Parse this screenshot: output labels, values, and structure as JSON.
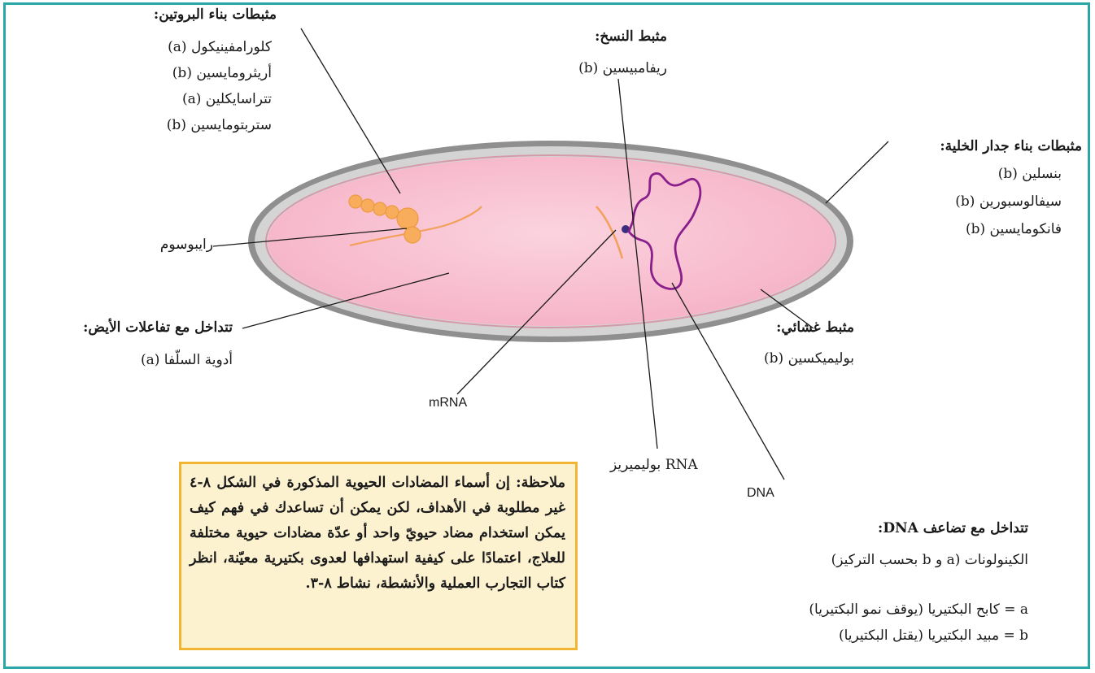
{
  "protein_synthesis": {
    "heading": "مثبطات بناء البروتين:",
    "items": [
      "كلورامفينيكول (a)",
      "أريثرومايسين (b)",
      "تتراسايكلين (a)",
      "ستربتومايسين (b)"
    ]
  },
  "transcription": {
    "heading": "مثبط النسخ:",
    "items": [
      "ريفامبيسين (b)"
    ]
  },
  "cell_wall": {
    "heading": "مثبطات بناء جدار الخلية:",
    "items": [
      "بنسلين (b)",
      "سيفالوسبورين (b)",
      "فانكومايسين (b)"
    ]
  },
  "membrane": {
    "heading": "مثبط غشائي:",
    "items": [
      "بوليميكسين (b)"
    ]
  },
  "metabolism": {
    "heading": "تتداخل مع تفاعلات الأيض:",
    "items": [
      "أدوية السلّفا (a)"
    ]
  },
  "dna_replication": {
    "heading": "تتداخل مع تضاعف DNA:",
    "items": [
      "الكينولونات (a و b بحسب التركيز)"
    ]
  },
  "structure_labels": {
    "ribosome": "رايبوسوم",
    "mrna": "mRNA",
    "rna_polymerase": "RNA بوليميريز",
    "dna": "DNA"
  },
  "key": {
    "a": "a = كابح البكتيريا (يوقف نمو البكتيريا)",
    "b": "b = مبيد البكتيريا (يقتل البكتيريا)"
  },
  "note": "ملاحظة: إن أسماء المضادات الحيوية المذكورة في الشكل ٨-٤ غير مطلوبة في الأهداف، لكن يمكن أن تساعدك في فهم كيف يمكن استخدام مضاد حيويّ واحد أو عدّة مضادات حيوية مختلفة للعلاج، اعتمادًا على كيفية استهدافها لعدوى بكتيرية معيّنة، انظر كتاب التجارب العملية والأنشطة، نشاط ٨-٣.",
  "colors": {
    "frame": "#2aa6a6",
    "capsule": "#8f8f8f",
    "wall": "#d4d4d4",
    "cytoplasm": "#f9c6d6",
    "dna": "#8a1f8c",
    "ribosome": "#f7ad5c",
    "mrna": "#f2a05a",
    "polymerase": "#3a2f7e",
    "note_bg": "#fdf2d0",
    "note_border": "#f2b531"
  }
}
